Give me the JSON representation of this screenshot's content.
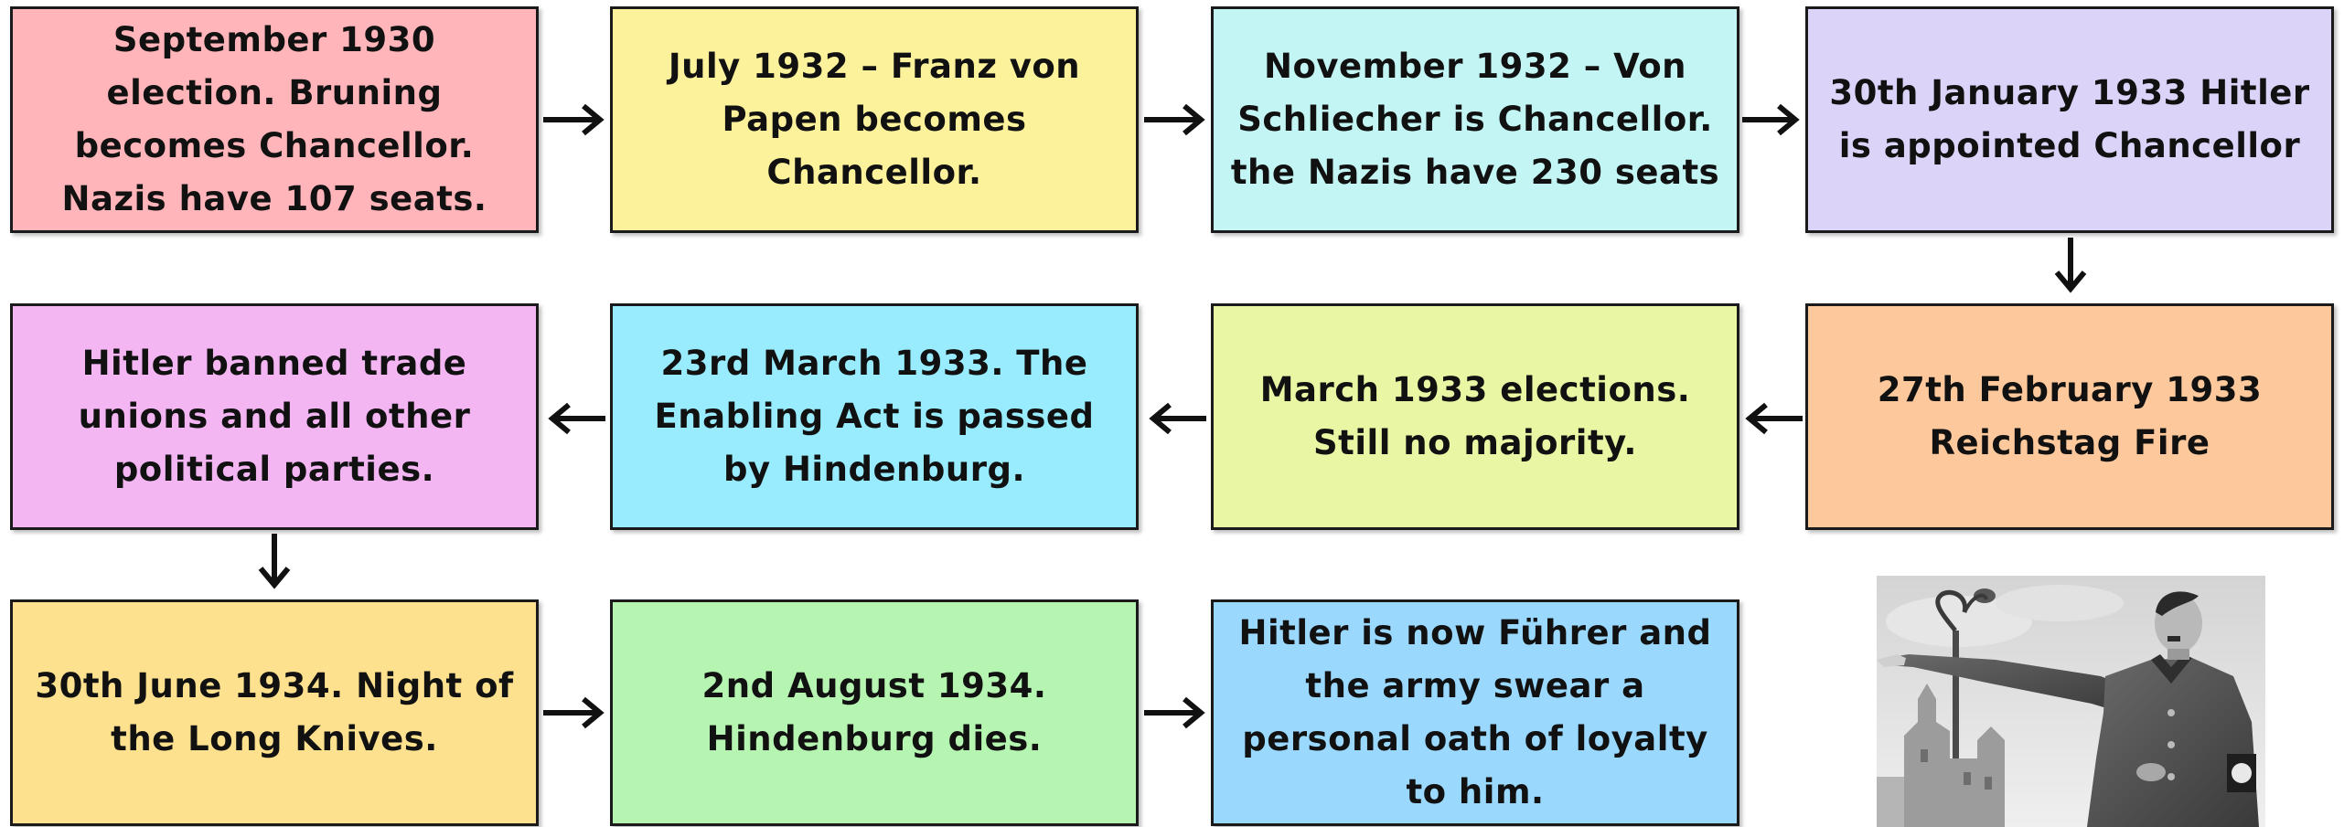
{
  "events": [
    {
      "text": "September 1930 election. Bruning becomes Chancellor. Nazis have 107 seats.",
      "color": "#ffb5ba"
    },
    {
      "text": "July 1932 – Franz von Papen becomes Chancellor.",
      "color": "#fdf29c"
    },
    {
      "text": "November 1932 – Von Schliecher is Chancellor. the Nazis have 230 seats",
      "color": "#c2f5f4"
    },
    {
      "text": "30th January 1933 Hitler is appointed Chancellor",
      "color": "#dcd3f8"
    },
    {
      "text": "27th February 1933 Reichstag Fire",
      "color": "#fdc99c"
    },
    {
      "text": "March 1933 elections. Still no majority.",
      "color": "#e9f6a4"
    },
    {
      "text": "23rd March 1933. The Enabling Act is passed by Hindenburg.",
      "color": "#98ecfd"
    },
    {
      "text": "Hitler banned trade unions and all other political parties.",
      "color": "#f3b6f3"
    },
    {
      "text": "30th June 1934. Night of the Long Knives.",
      "color": "#fde18e"
    },
    {
      "text": "2nd August 1934. Hindenburg dies.",
      "color": "#b6f5b1"
    },
    {
      "text": "Hitler is now Führer and the army swear a personal oath of loyalty to him.",
      "color": "#9ad8fd"
    }
  ]
}
